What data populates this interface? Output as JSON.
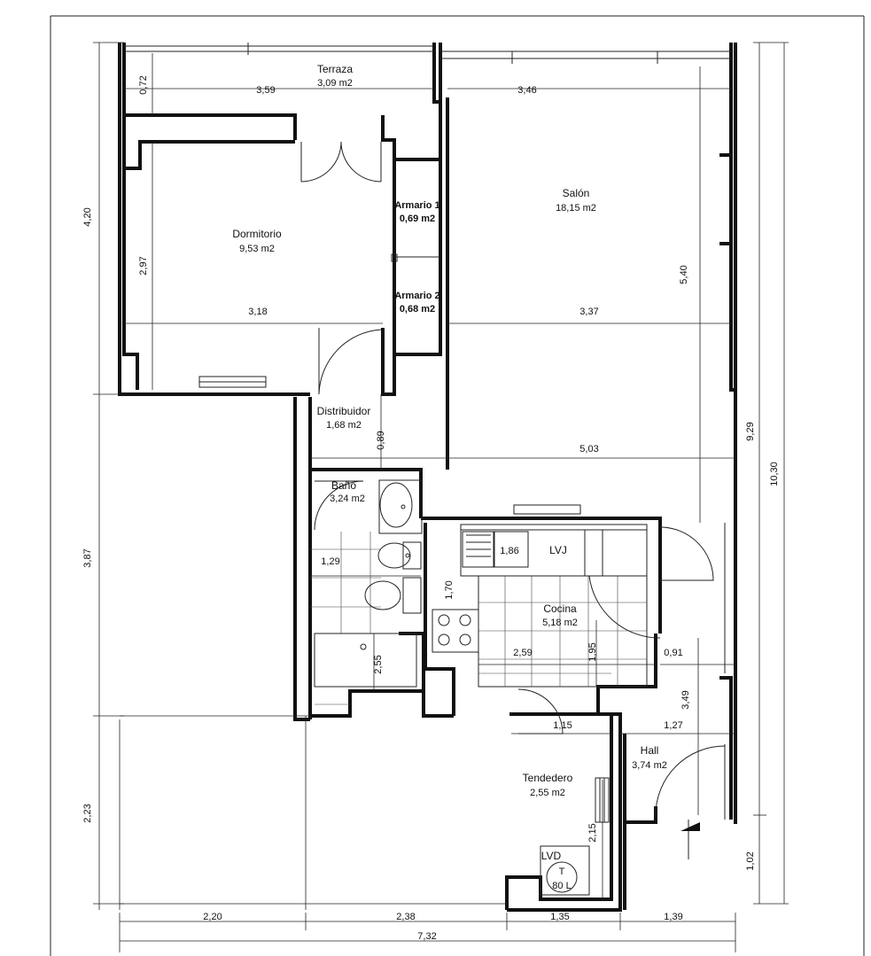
{
  "rooms": {
    "terraza": {
      "name": "Terraza",
      "area": "3,09 m2"
    },
    "salon": {
      "name": "Salón",
      "area": "18,15 m2"
    },
    "dormitorio": {
      "name": "Dormitorio",
      "area": "9,53 m2"
    },
    "armario1": {
      "name": "Armario 1",
      "area": "0,69 m2"
    },
    "armario2": {
      "name": "Armario 2",
      "area": "0,68 m2"
    },
    "distribuidor": {
      "name": "Distribuidor",
      "area": "1,68 m2"
    },
    "bano": {
      "name": "Baño",
      "area": "3,24 m2"
    },
    "cocina": {
      "name": "Cocina",
      "area": "5,18 m2"
    },
    "tendedero": {
      "name": "Tendedero",
      "area": "2,55 m2"
    },
    "hall": {
      "name": "Hall",
      "area": "3,74 m2"
    }
  },
  "appliances": {
    "sink_label": "1,86",
    "lvj": "LVJ",
    "lvd": "LVD",
    "heater_top": "T",
    "heater_bottom": "80 L"
  },
  "dimensions": {
    "d_0_72": "0,72",
    "d_3_59": "3,59",
    "d_3_46": "3,46",
    "d_4_20": "4,20",
    "d_2_97": "2,97",
    "d_3_18": "3,18",
    "d_3_37": "3,37",
    "d_5_40": "5,40",
    "d_0_89": "0,89",
    "d_5_03": "5,03",
    "d_9_29": "9,29",
    "d_10_30": "10,30",
    "d_3_87": "3,87",
    "d_1_29": "1,29",
    "d_1_70": "1,70",
    "d_2_55": "2,55",
    "d_2_59": "2,59",
    "d_1_95": "1,95",
    "d_0_91": "0,91",
    "d_3_49": "3,49",
    "d_1_15": "1,15",
    "d_1_27": "1,27",
    "d_2_15": "2,15",
    "d_2_23": "2,23",
    "d_1_02": "1,02",
    "d_2_20": "2,20",
    "d_2_38": "2,38",
    "d_1_35": "1,35",
    "d_1_39": "1,39",
    "d_7_32": "7,32"
  }
}
